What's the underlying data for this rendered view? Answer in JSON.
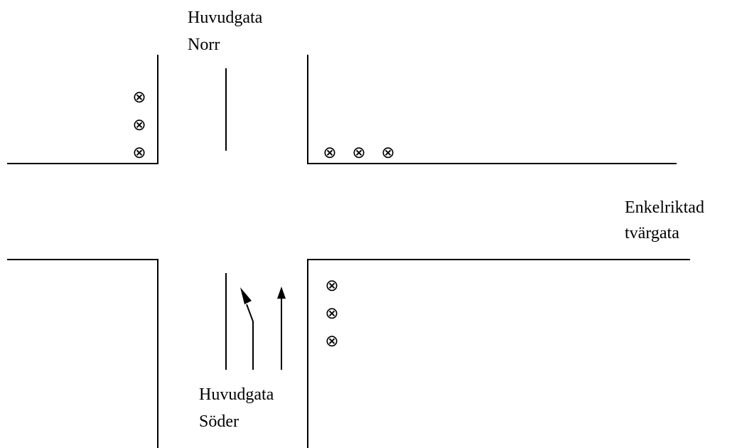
{
  "labels": {
    "north_street": [
      "Huvudgata",
      "Norr"
    ],
    "south_street": [
      "Huvudgata",
      "Söder"
    ],
    "cross_street": [
      "Enkelriktad",
      "tvärgata"
    ]
  },
  "signal_symbol": "⊗",
  "colors": {
    "line": "#000000",
    "background": "#ffffff"
  },
  "icons": {
    "signal": "circled-times-signal-icon",
    "arrow": "arrow-up-icon"
  }
}
